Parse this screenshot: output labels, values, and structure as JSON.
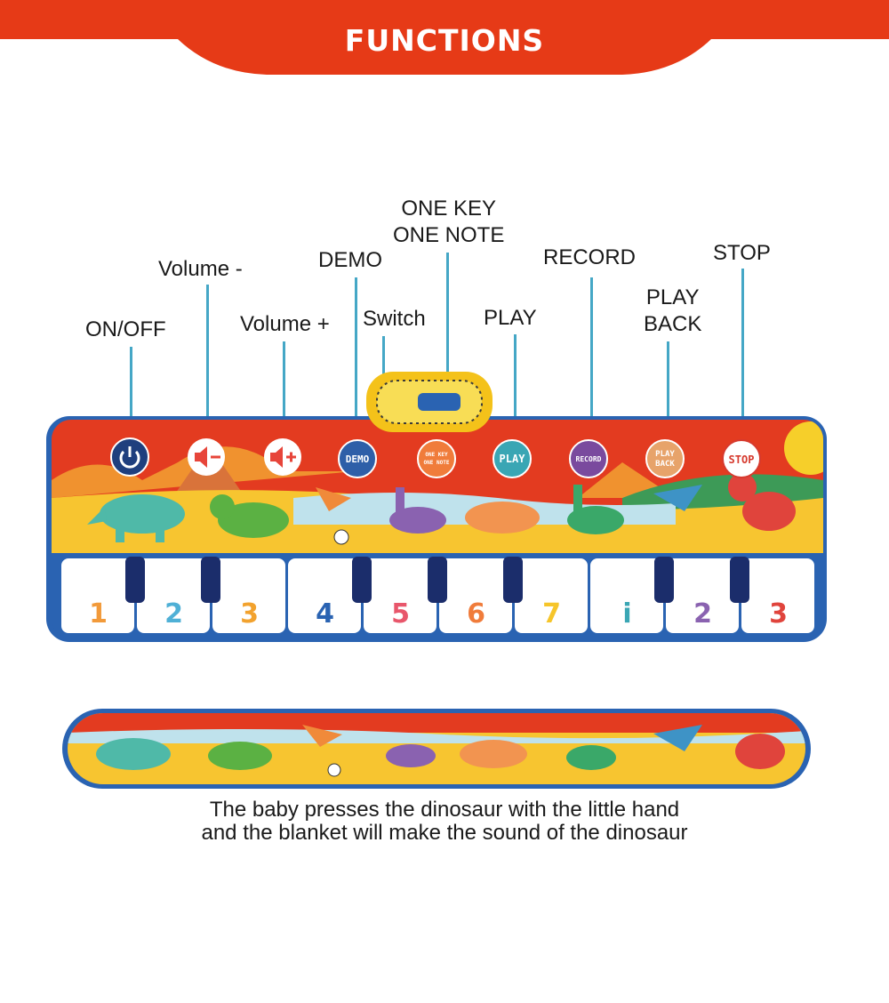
{
  "header": {
    "title": "FUNCTIONS"
  },
  "callouts": {
    "on_off": "ON/OFF",
    "volume_down": "Volume -",
    "volume_up": "Volume +",
    "demo": "DEMO",
    "switch": "Switch",
    "one_key_line1": "ONE KEY",
    "one_key_line2": "ONE NOTE",
    "play": "PLAY",
    "record": "RECORD",
    "playback_line1": "PLAY",
    "playback_line2": "BACK",
    "stop": "STOP"
  },
  "mat_buttons": {
    "demo": "DEMO",
    "one_key_1": "ONE KEY",
    "one_key_2": "ONE NOTE",
    "play": "PLAY",
    "record": "RECORD",
    "playback_1": "PLAY",
    "playback_2": "BACK",
    "stop": "STOP"
  },
  "keys": [
    "1",
    "2",
    "3",
    "4",
    "5",
    "6",
    "7",
    "i",
    "2",
    "3"
  ],
  "caption": {
    "line1": "The baby presses the dinosaur with the little hand",
    "line2": "and the blanket will make the sound of the dinosaur"
  },
  "colors": {
    "header_red": "#e63a17",
    "mat_border": "#2a63b2",
    "leader": "#45a7c6",
    "power_button": "#1f3f7e",
    "volume_button": "#e7453a",
    "demo_button": "#2e5fa8",
    "one_key_button": "#f07c3b",
    "play_button": "#3aa6b4",
    "record_button": "#7a4a9e",
    "playback_button": "#e7a36a",
    "stop_button": "#d63a2e"
  },
  "icons": [
    "power-icon",
    "volume-down-icon",
    "volume-up-icon"
  ]
}
